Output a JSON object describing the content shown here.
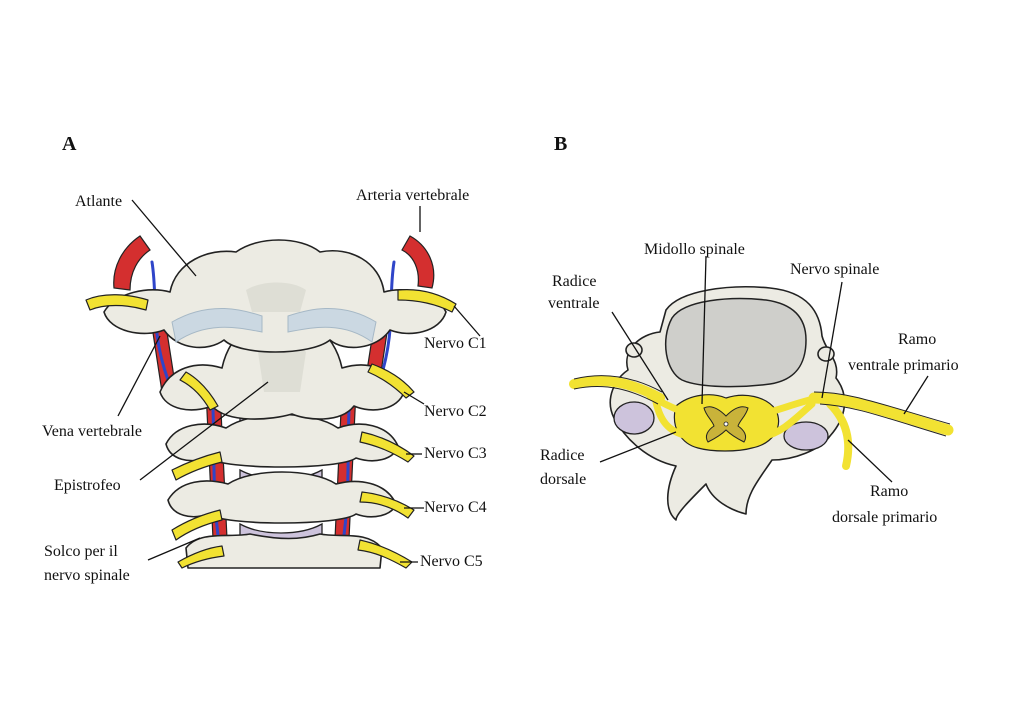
{
  "panels": {
    "a": {
      "letter": "A",
      "labels": {
        "atlante": "Atlante",
        "arteria_vertebrale": "Arteria vertebrale",
        "nervo_c1": "Nervo C1",
        "nervo_c2": "Nervo C2",
        "nervo_c3": "Nervo C3",
        "nervo_c4": "Nervo C4",
        "nervo_c5": "Nervo C5",
        "vena_vertebrale": "Vena vertebrale",
        "epistrofeo": "Epistrofeo",
        "solco_line1": "Solco per il",
        "solco_line2": "nervo spinale"
      }
    },
    "b": {
      "letter": "B",
      "labels": {
        "midollo_spinale": "Midollo spinale",
        "radice_ventrale_line1": "Radice",
        "radice_ventrale_line2": "ventrale",
        "nervo_spinale": "Nervo spinale",
        "ramo_ventrale_line1": "Ramo",
        "ramo_ventrale_line2": "ventrale primario",
        "radice_dorsale_line1": "Radice",
        "radice_dorsale_line2": "dorsale",
        "ramo_dorsale_line1": "Ramo",
        "ramo_dorsale_line2": "dorsale primario"
      }
    }
  },
  "colors": {
    "bone": "#ecebe3",
    "disc": "#cdc3dc",
    "nerve": "#f2e232",
    "artery": "#d42f2f",
    "vein": "#2f45c9",
    "ligament": "#c8d7e2"
  }
}
